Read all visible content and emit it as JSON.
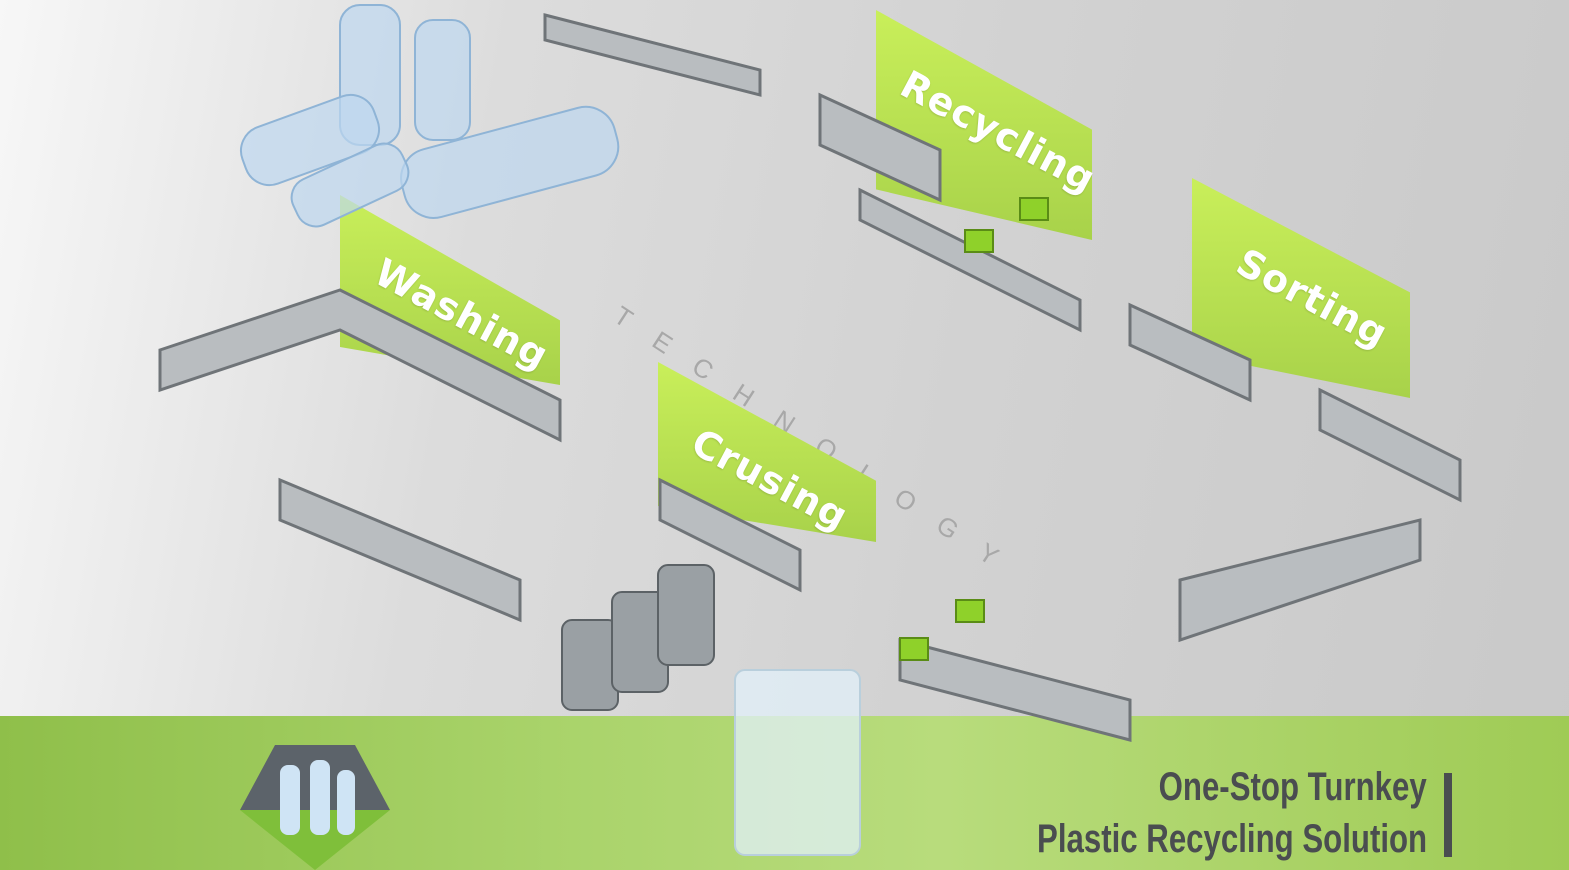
{
  "stages": [
    {
      "label": "Washing"
    },
    {
      "label": "Crusing"
    },
    {
      "label": "Recycling"
    },
    {
      "label": "Sorting"
    }
  ],
  "watermark": "TECHNOLOGY",
  "headline": {
    "line1": "One-Stop Turnkey",
    "line2": "Plastic Recycling Solution"
  },
  "colors": {
    "accent": "#c2e95a",
    "band": "#a9d36a",
    "text": "#4a4d50"
  }
}
